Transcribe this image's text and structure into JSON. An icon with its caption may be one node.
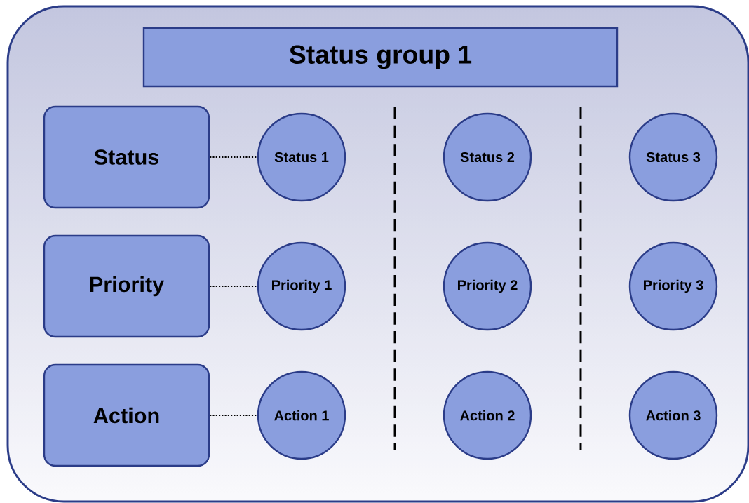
{
  "diagram": {
    "nodes": [
      {
        "text": [],
        "shape": "box"
      },
      {
        "text": [
          "Status group 1"
        ],
        "in": 0
      },
      {
        "text": [
          "Status"
        ],
        "in": 0
      },
      {
        "text": [
          "Status 1"
        ],
        "in": 0
      },
      {
        "text": [
          "Status 2"
        ],
        "in": 0
      },
      {
        "text": [
          "Status 3"
        ],
        "in": 0
      },
      {
        "text": [
          "Priority"
        ],
        "in": 0
      },
      {
        "text": [
          "Priority 1"
        ],
        "in": 0
      },
      {
        "text": [
          "Priority 2"
        ],
        "in": 0
      },
      {
        "text": [
          "Priority 3"
        ],
        "in": 0
      },
      {
        "text": [
          "Action"
        ],
        "in": 0
      },
      {
        "text": [
          "Action 1"
        ],
        "in": 0
      },
      {
        "text": [
          "Action 2"
        ],
        "in": 0
      },
      {
        "text": [
          "Action 3"
        ],
        "in": 0
      }
    ],
    "edges": [
      {
        "from": 2,
        "to": 3,
        "arrow": "none"
      },
      {
        "from": 6,
        "to": 7,
        "arrow": "none"
      },
      {
        "from": 10,
        "to": 11,
        "arrow": "none"
      }
    ]
  }
}
